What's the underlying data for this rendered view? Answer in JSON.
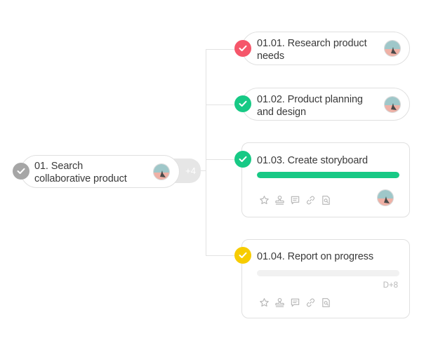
{
  "root_task": {
    "title": "01. Search collaborative product",
    "title_line1": "01. Search",
    "title_line2": "collaborative product",
    "status": "done",
    "status_color": "#a6a6a6",
    "hidden_subtasks_label": "+4"
  },
  "subtasks": [
    {
      "title_line1": "01.01. Research product",
      "title_line2": "needs",
      "status": "done",
      "status_color": "#f5566a"
    },
    {
      "title_line1": "01.02. Product planning",
      "title_line2": "and design",
      "status": "done",
      "status_color": "#17c985"
    },
    {
      "title": "01.03. Create storyboard",
      "status": "done",
      "status_color": "#17c985",
      "progress": 1.0,
      "progress_color": "#17c985",
      "actions": [
        "star-icon",
        "stamp-icon",
        "comment-icon",
        "link-icon",
        "file-search-icon"
      ]
    },
    {
      "title": "01.04. Report on progress",
      "status": "in-progress",
      "status_color": "#f7cc00",
      "progress": 0.0,
      "due_label": "D+8",
      "actions": [
        "star-icon",
        "stamp-icon",
        "comment-icon",
        "link-icon",
        "file-search-icon"
      ]
    }
  ],
  "colors": {
    "connector": "#e2e2e2",
    "card_border": "#e0e0e0",
    "action_icon": "#b5b5b5"
  }
}
